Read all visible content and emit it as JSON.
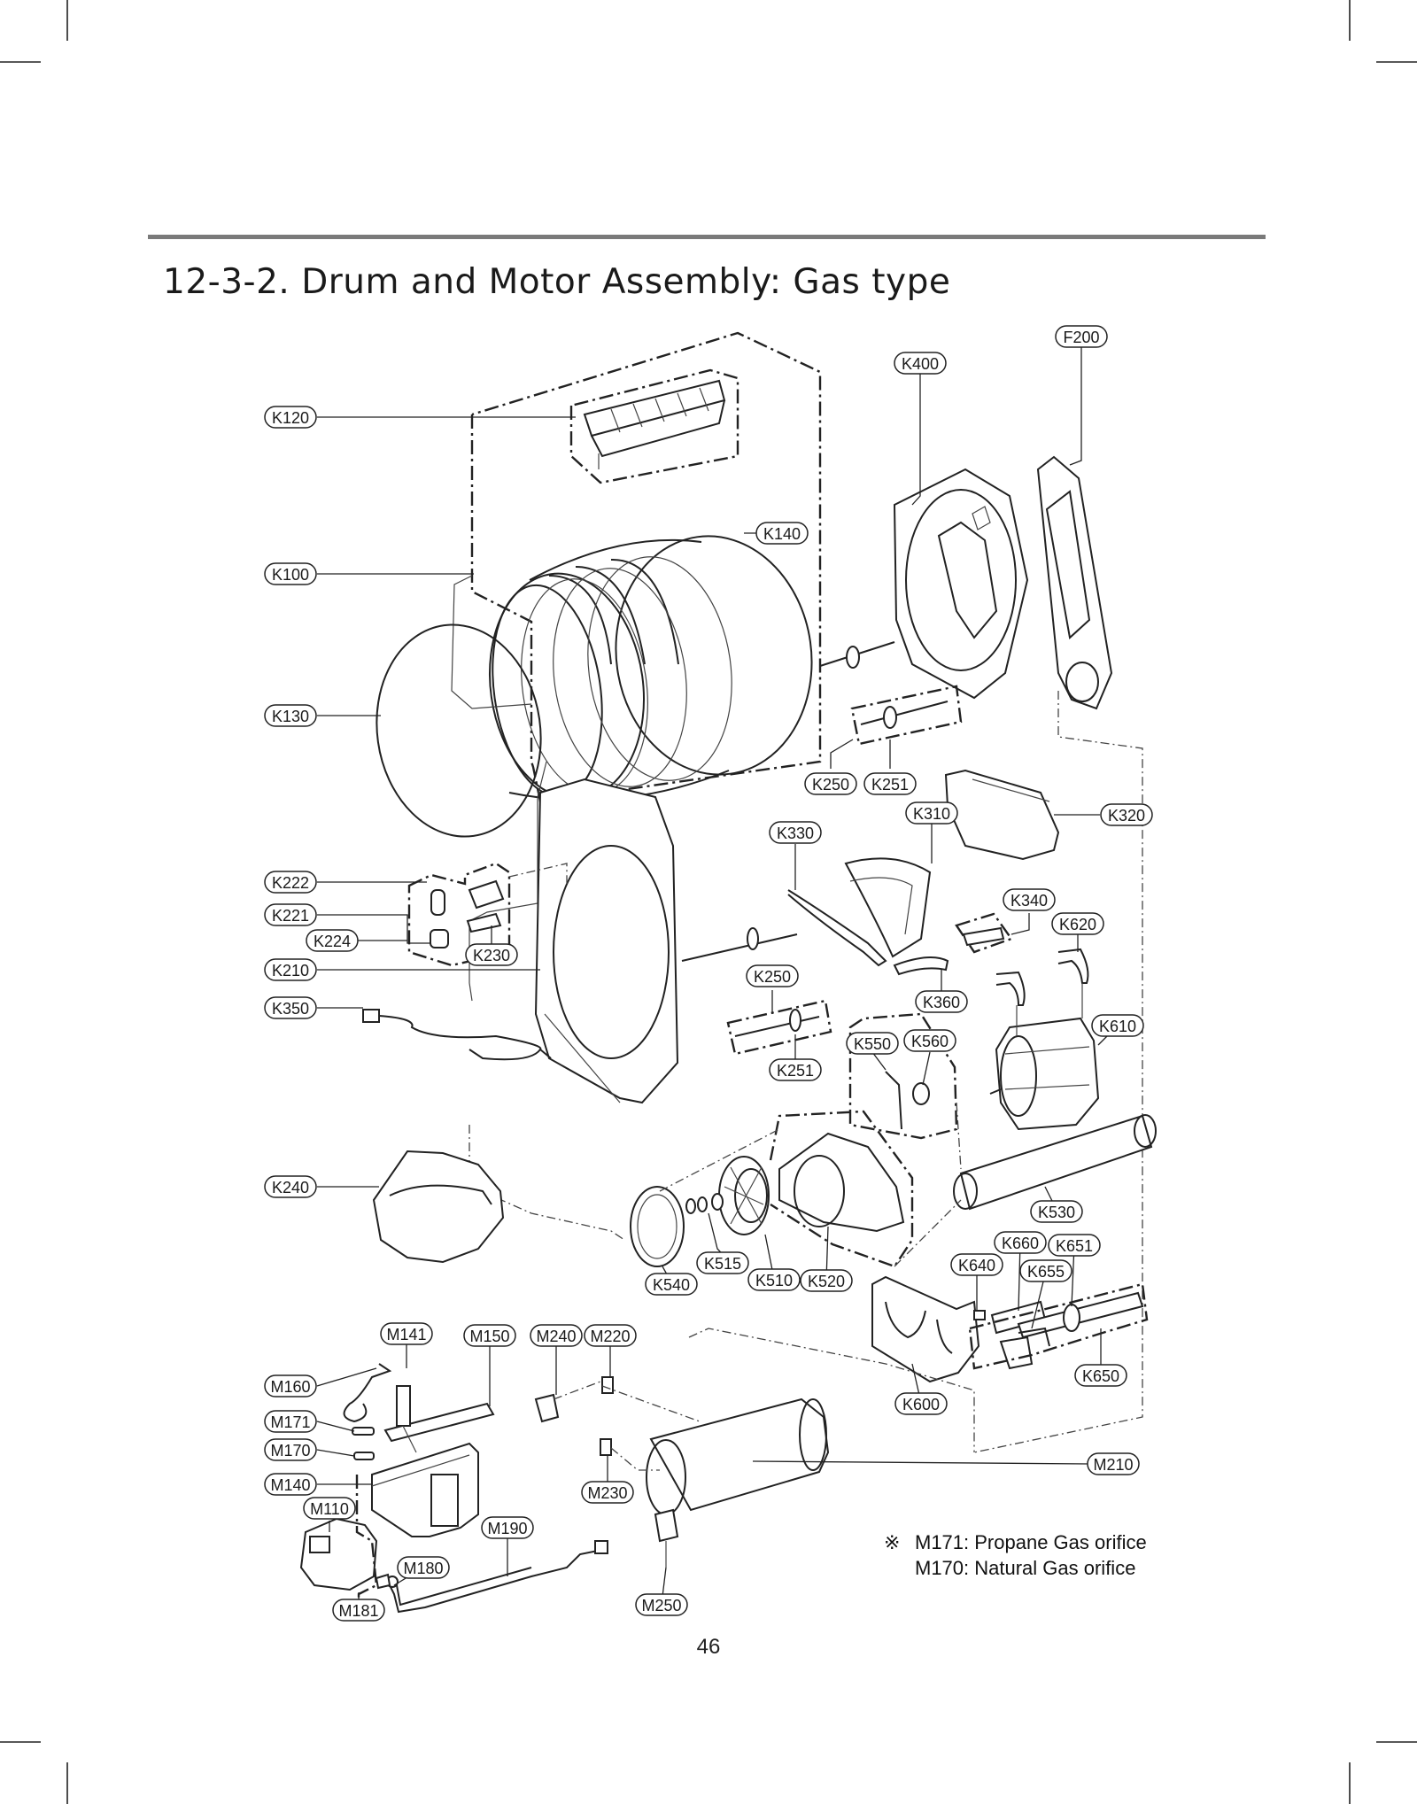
{
  "title": "12-3-2. Drum and Motor Assembly: Gas type",
  "note": {
    "symbol": "※",
    "line1": "M171: Propane Gas orifice",
    "line2": "M170: Natural Gas orifice"
  },
  "page_number": "46",
  "callouts": [
    "F200",
    "K400",
    "K120",
    "K140",
    "K100",
    "K130",
    "K250",
    "K251",
    "K310",
    "K320",
    "K330",
    "K222",
    "K221",
    "K224",
    "K230",
    "K210",
    "K340",
    "K620",
    "K250",
    "K360",
    "K350",
    "K610",
    "K550",
    "K560",
    "K251",
    "K240",
    "K530",
    "K660",
    "K651",
    "K640",
    "K655",
    "K515",
    "K540",
    "K510",
    "K520",
    "M141",
    "M150",
    "M240",
    "M220",
    "M160",
    "K600",
    "K650",
    "M171",
    "M170",
    "M210",
    "M140",
    "M230",
    "M110",
    "M190",
    "M180",
    "M181",
    "M250"
  ]
}
